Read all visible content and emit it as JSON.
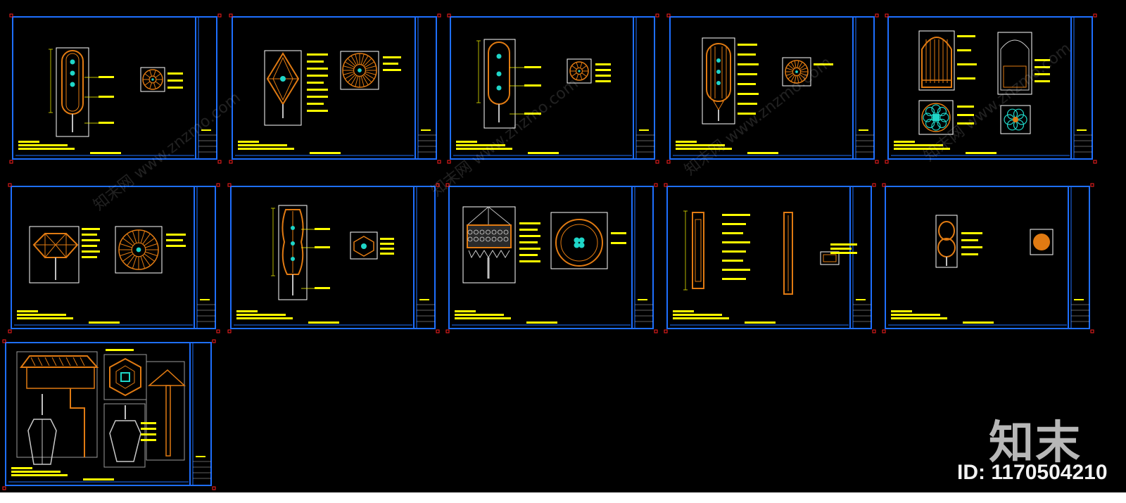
{
  "brand": {
    "logo_text": "知末",
    "id_text": "ID: 1170504210",
    "watermark": "知末网 www.znzmo.com"
  },
  "colors": {
    "background": "#000000",
    "frame": "#1e6fff",
    "lamp": "#e07a12",
    "text_bars": "#ffff00",
    "accent": "#1fd6c8",
    "grey": "#bfbfbf",
    "corner": "#ff2020"
  },
  "sheets": [
    {
      "index": 1,
      "drawing": "tall-oval-lantern"
    },
    {
      "index": 2,
      "drawing": "diamond-lantern"
    },
    {
      "index": 3,
      "drawing": "oval-lantern-with-pearls"
    },
    {
      "index": 4,
      "drawing": "ribbed-oval-lantern"
    },
    {
      "index": 5,
      "drawing": "birdcage-lantern"
    },
    {
      "index": 6,
      "drawing": "lotus-lantern"
    },
    {
      "index": 7,
      "drawing": "vase-lantern"
    },
    {
      "index": 8,
      "drawing": "drum-pendant"
    },
    {
      "index": 9,
      "drawing": "wall-sconce"
    },
    {
      "index": 10,
      "drawing": "gourd-lantern"
    },
    {
      "index": 11,
      "drawing": "palace-lantern-set"
    }
  ]
}
